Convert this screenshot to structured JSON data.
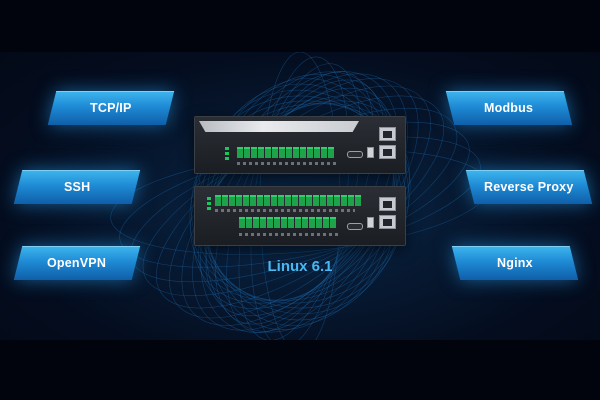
{
  "left_labels": [
    "TCP/IP",
    "SSH",
    "OpenVPN"
  ],
  "right_labels": [
    "Modbus",
    "Reverse Proxy",
    "Nginx"
  ],
  "center_caption": "Linux 6.1",
  "colors": {
    "pill_top": "#3eb6ee",
    "pill_bottom": "#0f5ea8",
    "caption": "#49b8f0",
    "background": "#020611",
    "mesh": "#1e6fb3",
    "terminal_green": "#1fa34a"
  },
  "icons": [
    "ethernet-port-icon",
    "usb-port-icon",
    "status-led-icon"
  ]
}
